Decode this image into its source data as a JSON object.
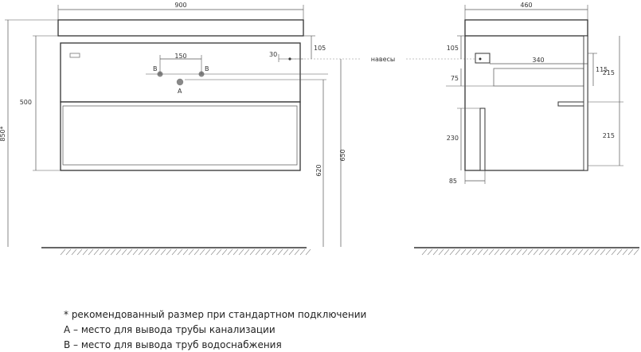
{
  "front_view": {
    "width_label": "900",
    "height_total_label": "850*",
    "body_height_label": "500",
    "floor_to_drawer_label": "650",
    "floor_to_shelf_label": "620",
    "top_to_hook_label": "105",
    "hook_offset_label": "30",
    "pipe_spacing_label": "150",
    "pipe_b_left_label": "B",
    "pipe_b_right_label": "B",
    "pipe_a_label": "A"
  },
  "hooks_label": "навесы",
  "side_view": {
    "depth_label": "460",
    "top_to_hook_label": "105",
    "hook_depth_label": "340",
    "drawer_height_label": "115",
    "gap_label": "75",
    "upper_section_label": "215",
    "lower_section_label": "215",
    "shelf_height_label": "230",
    "toe_depth_label": "85"
  },
  "notes": [
    "* рекомендованный размер при стандартном подключении",
    "А – место для вывода трубы канализации",
    "В – место для вывода труб водоснабжения"
  ],
  "colors": {
    "line": "#333333",
    "dim_line": "#555555",
    "pipe": "#888888"
  }
}
